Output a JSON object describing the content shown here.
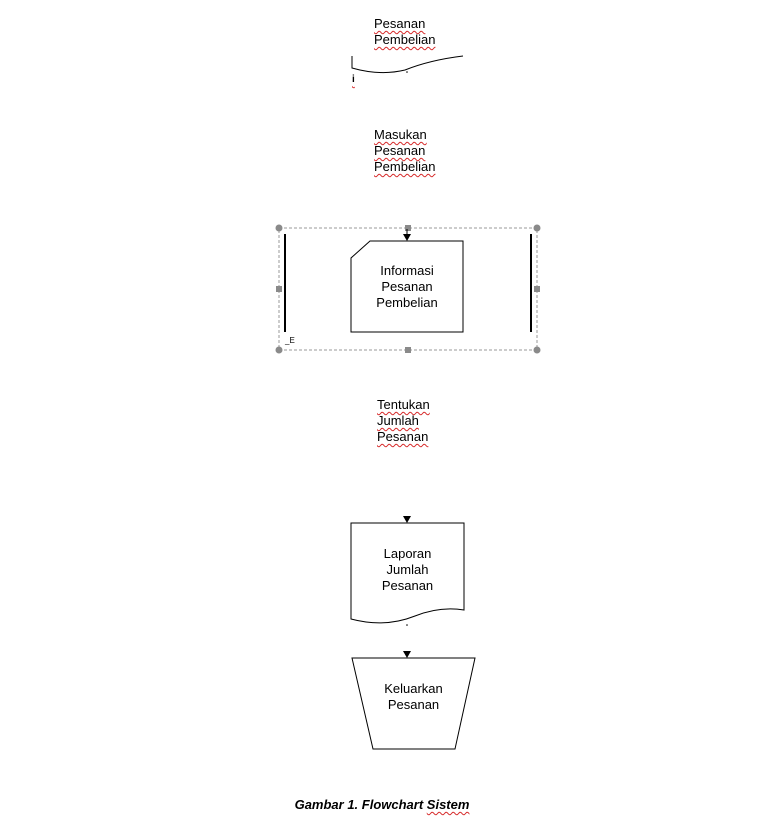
{
  "nodes": {
    "input_document": {
      "lines": [
        "Pesanan",
        "Pembelian"
      ],
      "marker": "i"
    },
    "process_enter": {
      "lines": [
        "Masukan",
        "Pesanan",
        "Pembelian"
      ]
    },
    "stored_data": {
      "lines": [
        "Informasi",
        "Pesanan",
        "Pembelian"
      ],
      "anchor_label": "E"
    },
    "process_determine": {
      "lines": [
        "Tentukan",
        "Jumlah",
        "Pesanan"
      ]
    },
    "output_document": {
      "lines": [
        "Laporan",
        "Jumlah",
        "Pesanan"
      ]
    },
    "manual_output": {
      "lines": [
        "Keluarkan",
        "Pesanan"
      ]
    }
  },
  "caption": {
    "prefix": "Gambar 1. Flowchart ",
    "last_word": "Sistem"
  },
  "colors": {
    "line": "#000000",
    "spellcheck": "#d62828",
    "handle": "#8a8a8a",
    "selection": "#9a9a9a"
  }
}
